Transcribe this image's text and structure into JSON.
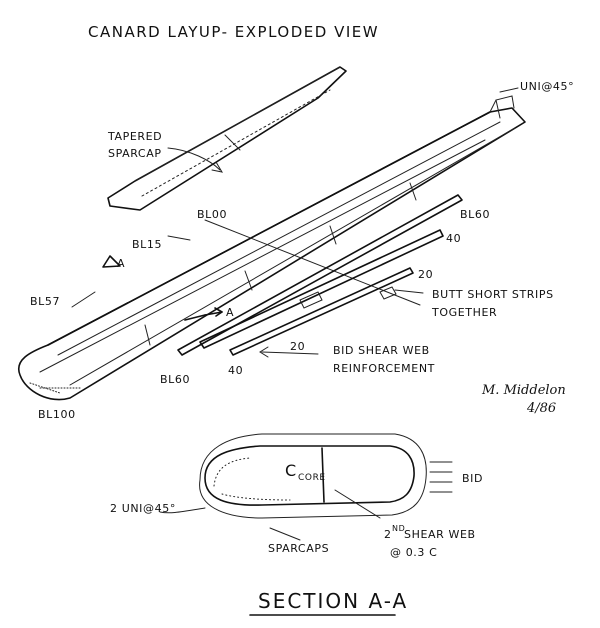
{
  "title": "CANARD LAYUP- EXPLODED VIEW",
  "labels": {
    "uni45_top": "UNI@45°",
    "tapered": "TAPERED",
    "sparcap": "SPARCAP",
    "bl00": "BL00",
    "bl60_top": "BL60",
    "bl15": "BL15",
    "section_marker_top": "A",
    "forty_top": "40",
    "twenty_top": "20",
    "bl57": "BL57",
    "section_marker_mid": "A",
    "butt_1": "BUTT SHORT STRIPS",
    "butt_2": "TOGETHER",
    "twenty_bottom": "20",
    "bid_1": "BID SHEAR WEB",
    "bid_2": "REINFORCEMENT",
    "bl60_bottom": "BL60",
    "forty_bottom": "40",
    "bl100": "BL100",
    "signature_name": "M. Middelon",
    "signature_date": "4/86",
    "core": "C",
    "core_sub": "CORE",
    "bid": "BID",
    "two_uni": "2 UNI@45°",
    "sparcaps": "SPARCAPS",
    "shear_web_1": "2",
    "shear_web_sup": "ND",
    "shear_web_2": " SHEAR WEB",
    "shear_web_3": "@ 0.3 C",
    "section_title": "SECTION A-A"
  }
}
